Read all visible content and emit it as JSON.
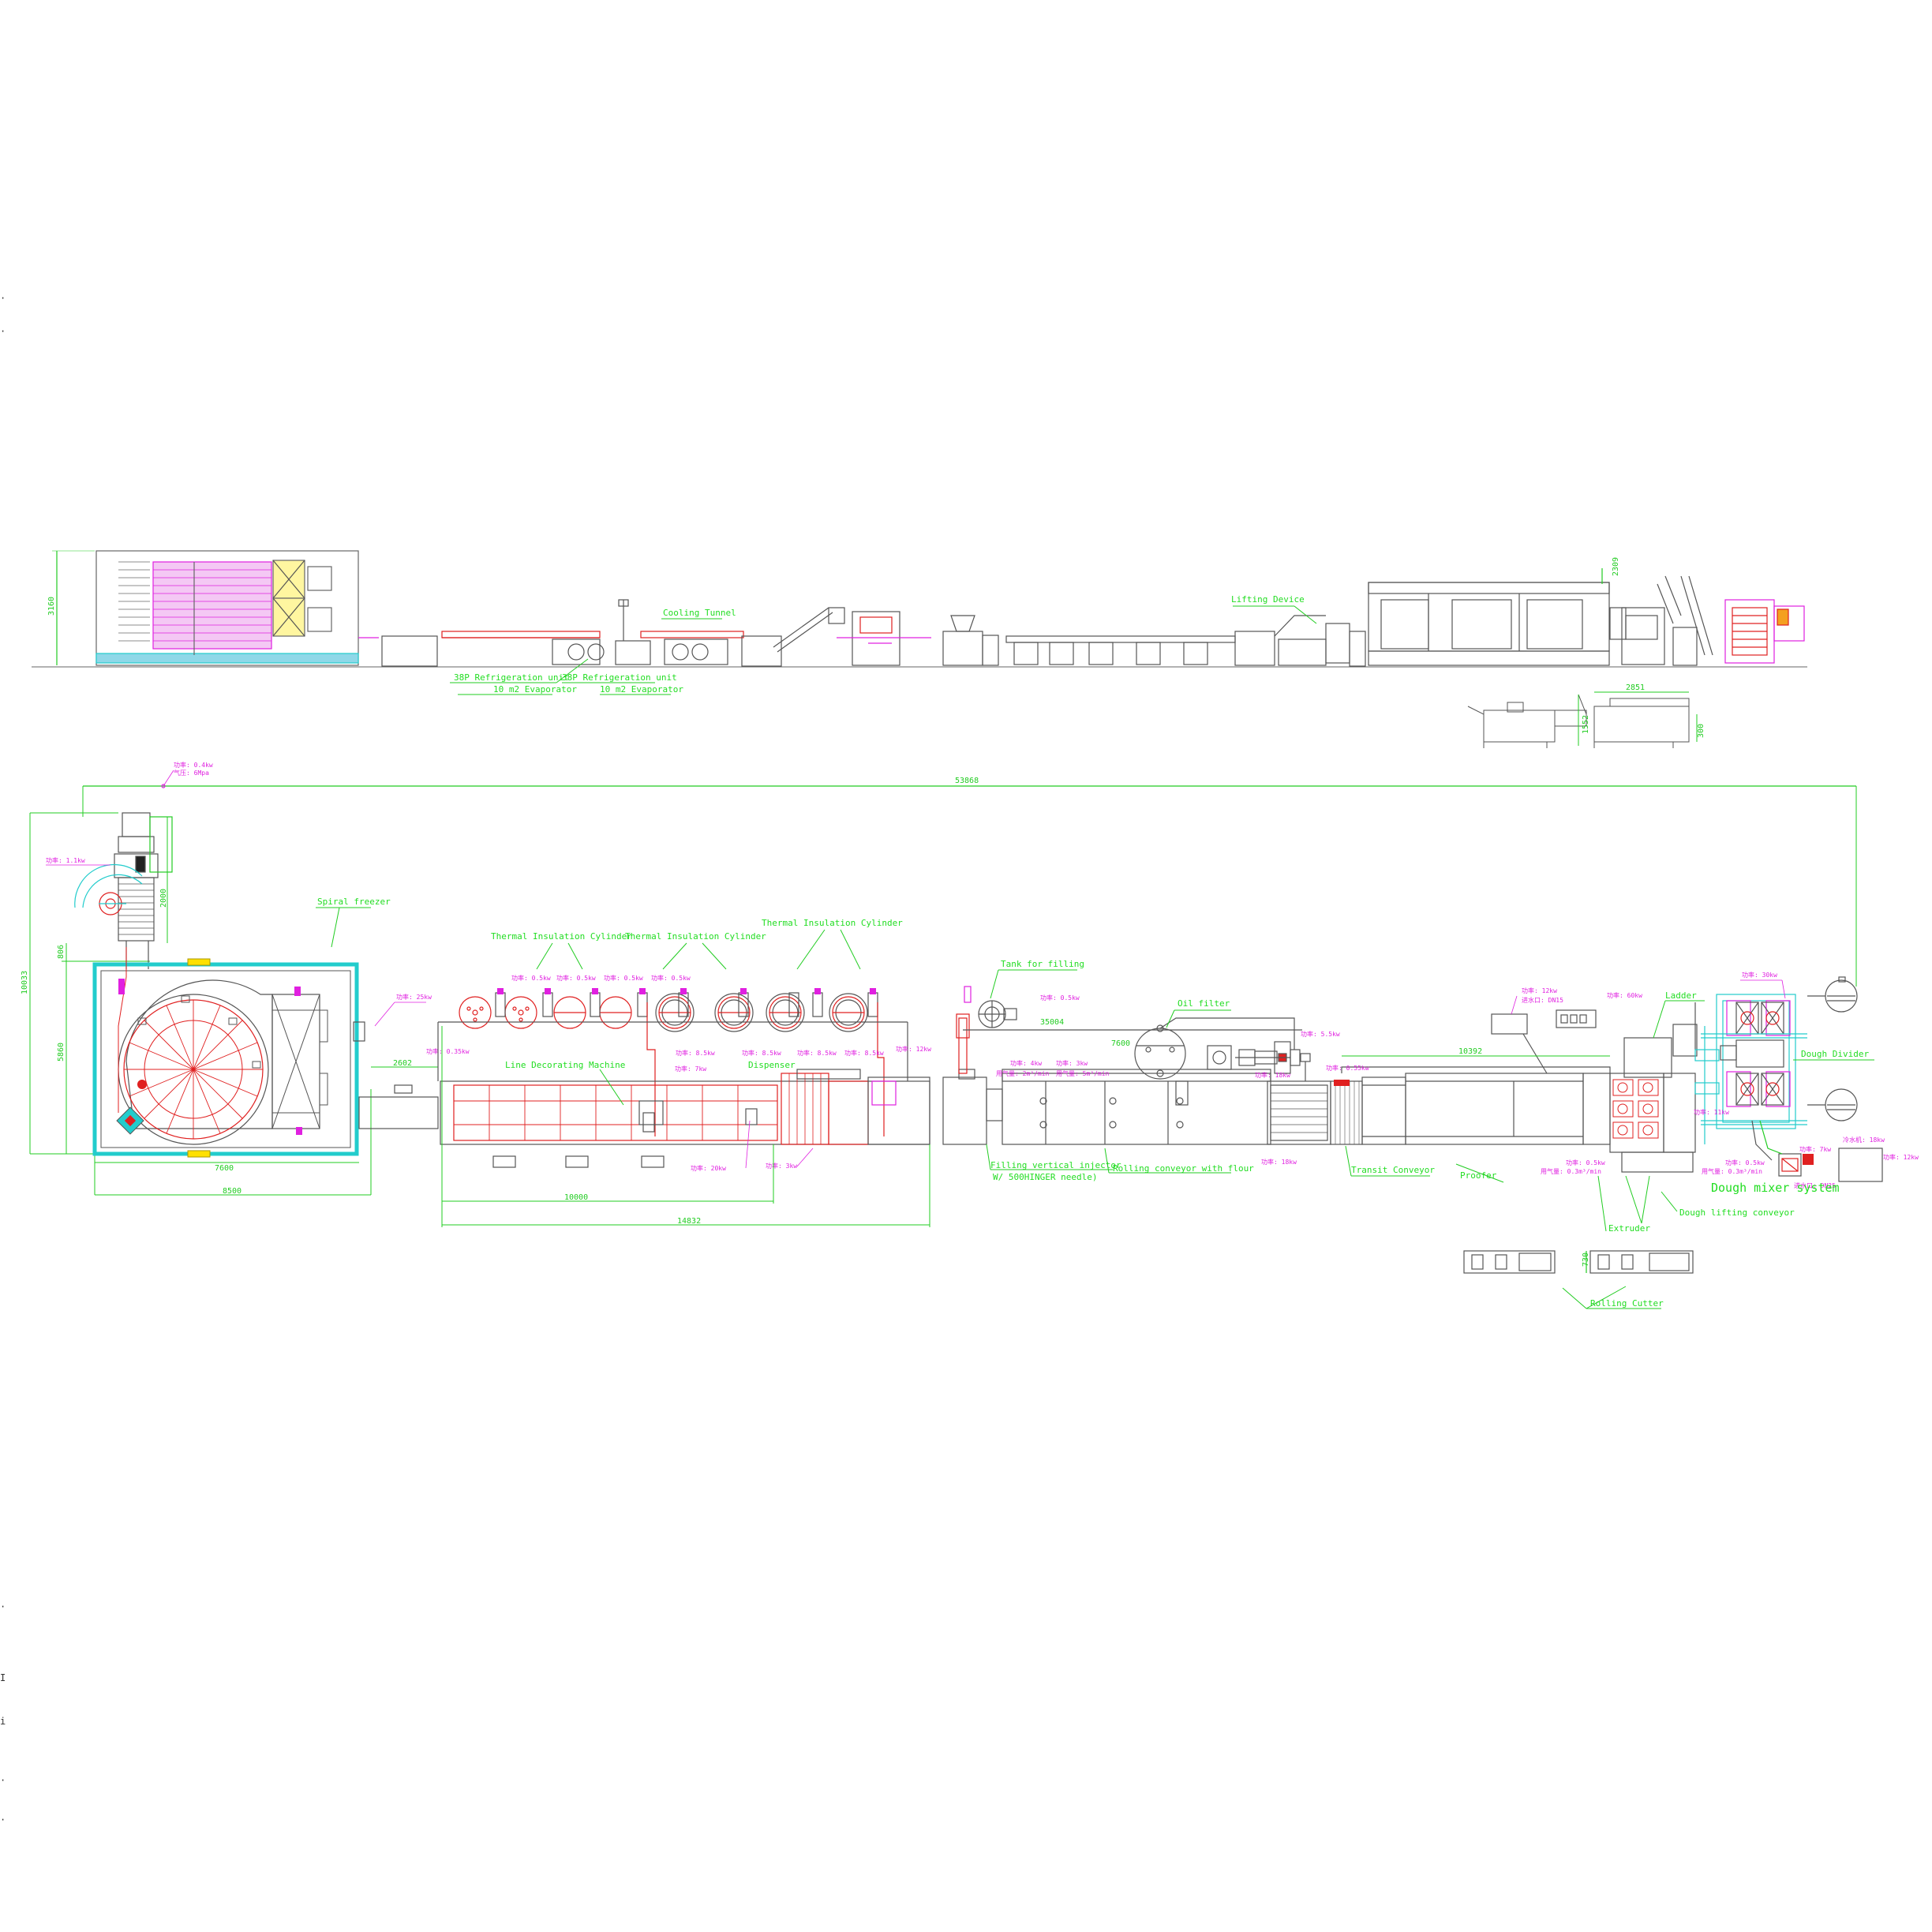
{
  "colors": {
    "equipment": "#555555",
    "dimension": "#22cc22",
    "label": "#22dd22",
    "power": "#e020e0",
    "heat": "#e02020",
    "cyan": "#22cccc",
    "yellow": "#ffe000"
  },
  "side_view": {
    "labels": {
      "lifting_device": "Lifting Device",
      "cooling_tunnel": "Cooling Tunnel",
      "refrig1": "38P Refrigeration unit",
      "refrig2": "38P Refrigeration unit",
      "evap1": "10 m2 Evaporator",
      "evap2": "10 m2 Evaporator"
    },
    "dims": {
      "height_left": "3160",
      "height_right": "2309",
      "width_small": "2851",
      "small_h1": "1552",
      "small_h2": "300"
    }
  },
  "plan_view": {
    "labels": {
      "spiral_freezer": "Spiral freezer",
      "thermal_cyl_1": "Thermal Insulation Cylinder",
      "thermal_cyl_2": "Thermal Insulation Cylinder",
      "thermal_cyl_3": "Thermal Insulation Cylinder",
      "line_decorating": "Line Decorating Machine",
      "dispenser": "Dispenser",
      "tank_filling": "Tank for filling",
      "oil_filter": "Oil filter",
      "filling_injector": "Filling vertical injector",
      "needle": "W/ 500HINGER needle)",
      "rolling_conv": "Rolling conveyor with flour",
      "transit_conv": "Transit Conveyor",
      "proofer": "Proofer",
      "extruder": "Extruder",
      "lifting_conv": "Dough lifting conveyor",
      "ladder": "Ladder",
      "divider": "Dough Divider",
      "mixer_system": "Dough mixer system",
      "rolling_cutter": "Rolling Cutter"
    },
    "dims": {
      "total_length": "53868",
      "left_height": "10033",
      "d2000": "2000",
      "d806": "806",
      "d5860": "5860",
      "d7600": "7600",
      "d8500": "8500",
      "d2602": "2602",
      "d10000": "10000",
      "d14832": "14832",
      "d35004": "35004",
      "d7600b": "7600",
      "d10392": "10392",
      "d730": "730"
    },
    "power": {
      "p_top": "功率: 0.4kw",
      "p_top2": "气压: 6Mpa",
      "p_spiral": "功率: 1.1kw",
      "p_freezer": "功率: 25kw",
      "p_035": "功率: 0.35kw",
      "p_c1": "功率: 0.5kw",
      "p_c2": "功率: 0.5kw",
      "p_c3": "功率: 0.5kw",
      "p_c4": "功率: 0.5kw",
      "p_7kw": "功率: 7kw",
      "p_85a": "功率: 8.5kw",
      "p_85b": "功率: 8.5kw",
      "p_85c": "功率: 8.5kw",
      "p_85d": "功率: 8.5kw",
      "p_12kw": "功率: 12kw",
      "p_20kw": "功率: 20kw",
      "p_3kw": "功率: 3kw",
      "p_tank": "功率: 0.5kw",
      "p_4kw": "功率: 4kw",
      "p_air1": "用气量: 2m³/min",
      "p_3kwb": "功率: 3kw",
      "p_air2": "用气量: 5m³/min",
      "p_oil": "功率: 5.5kw",
      "p_18kw": "功率: 18kw",
      "p_055": "功率: 0.55kw",
      "p_12kwb": "功率: 12kw",
      "p_dn15": "进水口: DN15",
      "p_60kw": "功率: 60kw",
      "p_mix1": "功率: 30kw",
      "p_mix2": "功率: 11kw",
      "p_05a": "功率: 0.5kw",
      "p_05b": "用气量: 0.3m³/min",
      "p_05c": "功率: 0.5kw",
      "p_05d": "用气量: 0.3m³/min",
      "p_water": "冷水机: 18kw",
      "p_7kwb": "功率: 7kw",
      "p_dn25": "进水口: DN25",
      "p_12kwc": "功率: 12kw"
    }
  },
  "margin_marks": [
    "·",
    "·",
    "·",
    "I",
    "i",
    "·",
    "·"
  ]
}
